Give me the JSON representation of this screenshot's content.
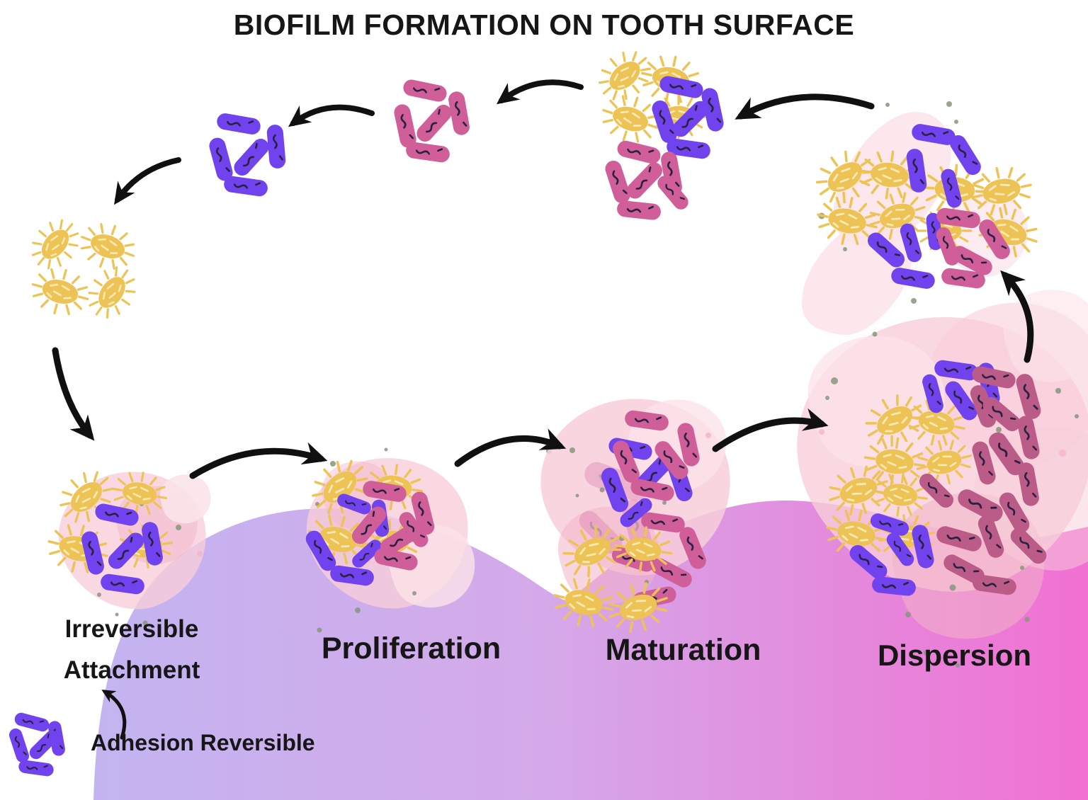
{
  "title": "BIOFILM FORMATION ON TOOTH SURFACE",
  "diagram_type": "cycle",
  "stages": {
    "attachment": {
      "line1": "Irreversible",
      "line2": "Attachment"
    },
    "proliferation": {
      "label": "Proliferation"
    },
    "maturation": {
      "label": "Maturation"
    },
    "dispersion": {
      "label": "Dispersion"
    }
  },
  "annotations": {
    "adhesion_label": "Adhesion Reversible"
  },
  "icons": {
    "yellow_bacterium": "spiky-oval-bacterium-icon",
    "purple_rod": "purple-rod-bacterium-icon",
    "pink_rod": "pink-rod-bacterium-icon",
    "splotch": "watercolor-plaque-splotch",
    "arrow": "hand-drawn-black-arrow"
  },
  "colors": {
    "yellow_body": "#EDC355",
    "yellow_dash": "#F9E9B5",
    "purple_rod": "#7143EE",
    "pink_rod": "#D05E99",
    "pink_rod_dark": "#BB5B87",
    "rod_mark": "#2A2140",
    "splotch": "#F8CEDA",
    "splotch_light": "#FBE3E9",
    "splotch_deep": "#F2B4C9",
    "green_dot": "#86977C",
    "tooth_left": "#C3B4F0",
    "tooth_mid": "#D4A9E9",
    "tooth_right": "#F170D2",
    "ink": "#101010",
    "label_ink": "#161616"
  }
}
